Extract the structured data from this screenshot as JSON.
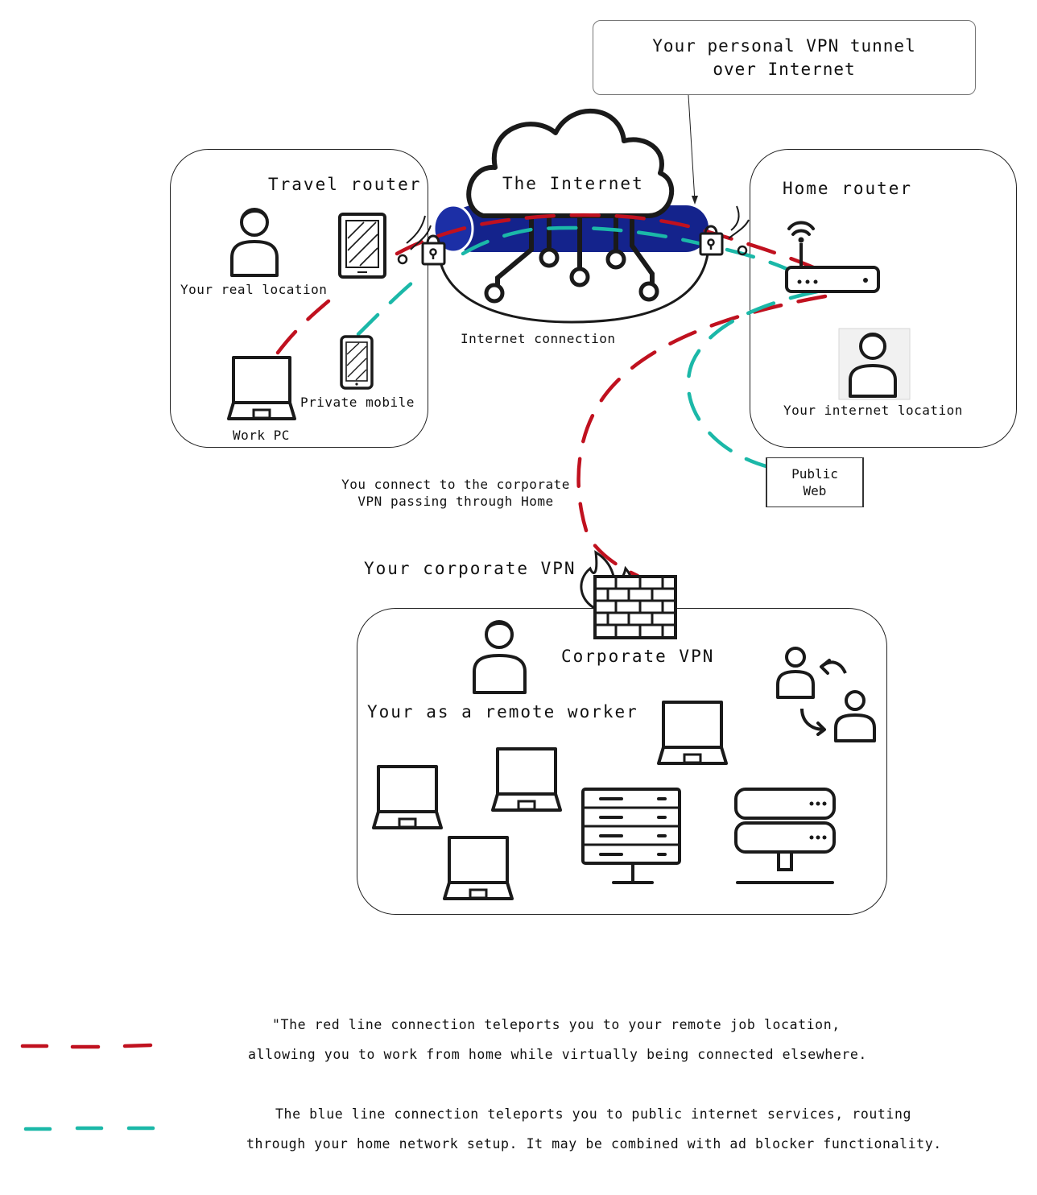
{
  "callout": {
    "line1": "Your personal VPN tunnel",
    "line2": "over Internet"
  },
  "travel_router": {
    "title": "Travel router",
    "real_location_label": "Your real location",
    "work_pc_label": "Work PC",
    "private_mobile_label": "Private mobile"
  },
  "internet": {
    "title": "The Internet",
    "connection_label": "Internet connection"
  },
  "home_router": {
    "title": "Home router",
    "internet_location_label": "Your internet location"
  },
  "public_web": {
    "line1": "Public",
    "line2": "Web"
  },
  "corporate_note": {
    "line1": "You connect to the corporate",
    "line2": "VPN passing through Home"
  },
  "corporate": {
    "vpn_title": "Your corporate VPN",
    "firewall_label": "Corporate VPN",
    "remote_worker_label": "Your as a remote worker"
  },
  "legend": {
    "red_line1": "\"The red line connection teleports you to your remote job location,",
    "red_line2": "allowing you to work from home while virtually being connected elsewhere.",
    "blue_line1": "The blue line connection teleports you to public internet services, routing",
    "blue_line2": "through your home network setup. It may be combined with ad blocker functionality."
  },
  "colors": {
    "red_line": "#c0111f",
    "blue_line": "#1bb8a8",
    "tunnel": "#14238c",
    "stroke": "#1a1a1a"
  },
  "icons": [
    "person-icon",
    "tablet-icon",
    "laptop-icon",
    "mobile-icon",
    "lock-icon",
    "cloud-icon",
    "wifi-router-icon",
    "firewall-icon",
    "server-icon",
    "user-exchange-icon"
  ]
}
